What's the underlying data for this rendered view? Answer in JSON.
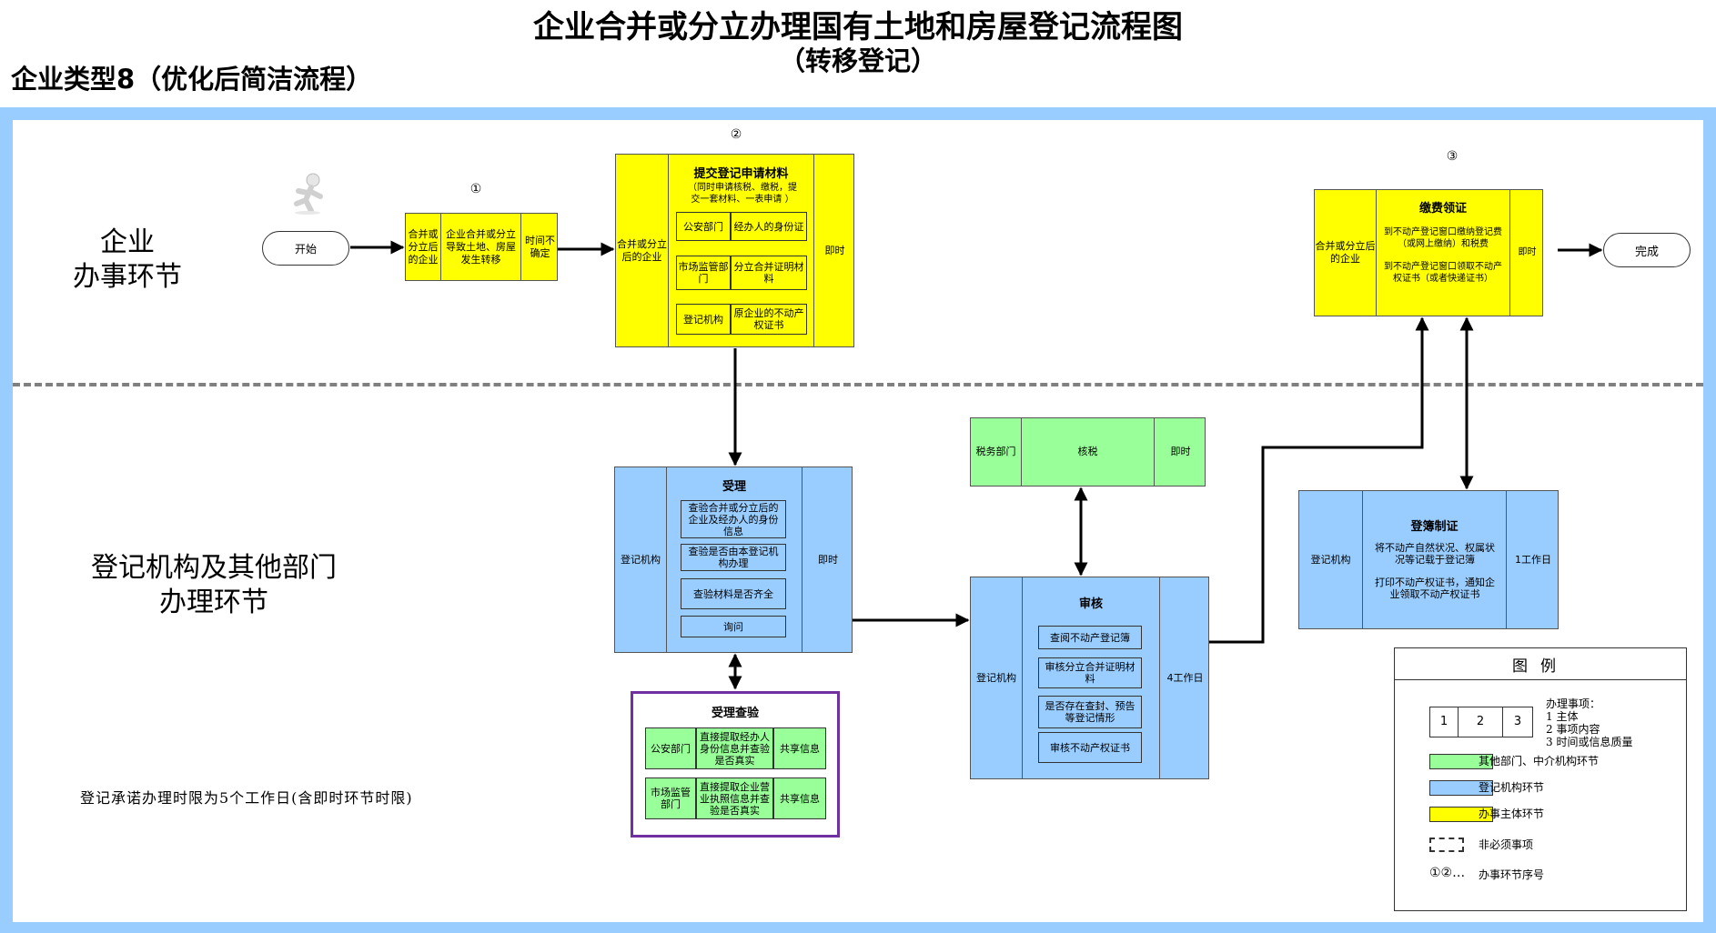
{
  "title": "企业合并或分立办理国有土地和房屋登记流程图",
  "subtitle": "（转移登记）",
  "type_label": "企业类型8（优化后简洁流程）",
  "lanes": {
    "enterprise": [
      "企业",
      "办事环节"
    ],
    "agency": [
      "登记机构及其他部门",
      "办理环节"
    ]
  },
  "start": "开始",
  "finish": "完成",
  "step1": {
    "num": "①",
    "subject": "合并或分立后的企业",
    "content": "企业合并或分立导致土地、房屋发生转移",
    "time": "时间不确定"
  },
  "step2": {
    "num": "②",
    "subject": "合并或分立后的企业",
    "heading": "提交登记申请材料",
    "sub": "（同时申请核税、缴税，提交一套材料、一表申请 ）",
    "time": "即时",
    "rows": [
      {
        "dept": "公安部门",
        "item": "经办人的身份证"
      },
      {
        "dept": "市场监管部门",
        "item": "分立合并证明材料"
      },
      {
        "dept": "登记机构",
        "item": "原企业的不动产权证书"
      }
    ]
  },
  "step3": {
    "num": "③",
    "subject": "合并或分立后的企业",
    "heading": "缴费领证",
    "time": "即时",
    "lines": [
      "到不动产登记窗口缴纳登记费（或网上缴纳）和税费",
      "到不动产登记窗口领取不动产权证书（或者快递证书）"
    ]
  },
  "accept": {
    "subject": "登记机构",
    "heading": "受理",
    "time": "即时",
    "items": [
      "查验合并或分立后的企业及经办人的身份信息",
      "查验是否由本登记机构办理",
      "查验材料是否齐全",
      "询问"
    ]
  },
  "verify": {
    "heading": "受理查验",
    "rows": [
      {
        "dept": "公安部门",
        "item": "直接提取经办人身份信息并查验是否真实",
        "mode": "共享信息"
      },
      {
        "dept": "市场监管部门",
        "item": "直接提取企业营业执照信息并查验是否真实",
        "mode": "共享信息"
      }
    ]
  },
  "tax": {
    "dept": "税务部门",
    "content": "核税",
    "time": "即时"
  },
  "review": {
    "subject": "登记机构",
    "heading": "审核",
    "time": "4工作日",
    "items": [
      "查阅不动产登记簿",
      "审核分立合并证明材料",
      "是否存在查封、预告等登记情形",
      "审核不动产权证书"
    ]
  },
  "register": {
    "subject": "登记机构",
    "heading": "登簿制证",
    "time": "1工作日",
    "lines": [
      "将不动产自然状况、权属状况等记载于登记簿",
      "打印不动产权证书，通知企业领取不动产权证书"
    ]
  },
  "note": "登记承诺办理时限为5个工作日(含即时环节时限)",
  "legend": {
    "title": "图例",
    "cells": [
      "1",
      "2",
      "3"
    ],
    "cells_desc": [
      "办理事项：",
      "1 主体",
      "2 事项内容",
      "3 时间或信息质量"
    ],
    "items": [
      {
        "color": "#99ff99",
        "label": "其他部门、中介机构环节"
      },
      {
        "color": "#99ccff",
        "label": "登记机构环节"
      },
      {
        "color": "#ffff00",
        "label": "办事主体环节"
      }
    ],
    "dashed_label": "非必须事项",
    "seq_symbol": "①②…",
    "seq_label": "办事环节序号"
  },
  "colors": {
    "frame": "#99ccff",
    "yellow": "#ffff00",
    "blue": "#99ccff",
    "green": "#99ff99",
    "verify_border": "#7030a0"
  }
}
